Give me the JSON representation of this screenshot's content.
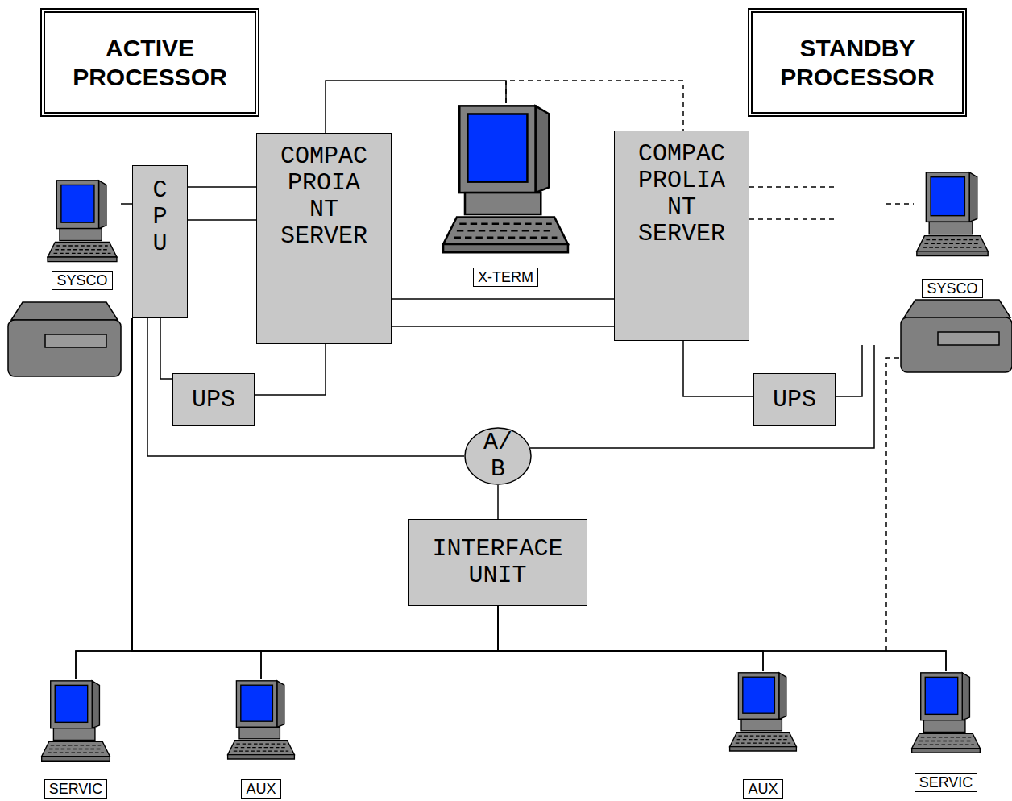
{
  "diagram": {
    "nodes": [
      {
        "text": [
          "ACTIVE PROCESSOR"
        ]
      },
      {
        "text": [
          "STANDBY PROCESSOR"
        ]
      },
      {
        "text": [
          "C P U"
        ]
      },
      {
        "text": [
          "COMPAC PROIA NT SERVER"
        ]
      },
      {
        "text": [
          "X-TERM"
        ]
      },
      {
        "text": [
          "COMPAC PROLIA NT SERVER"
        ]
      },
      {
        "text": [
          "SYSCO"
        ]
      },
      {
        "text": [
          "SYSCO"
        ]
      },
      {
        "text": [
          "UPS"
        ]
      },
      {
        "text": [
          "UPS"
        ]
      },
      {
        "text": [
          "A/ B"
        ]
      },
      {
        "text": [
          "INTERFACE UNIT"
        ]
      },
      {
        "text": [
          "SERVIC"
        ]
      },
      {
        "text": [
          "AUX"
        ]
      },
      {
        "text": [
          "AUX"
        ]
      },
      {
        "text": [
          "SERVIC"
        ]
      }
    ],
    "edges": [
      {
        "from": 6,
        "to": 2,
        "arrow": "none"
      },
      {
        "from": 2,
        "to": 3,
        "arrow": "none"
      },
      {
        "from": 2,
        "to": 3,
        "arrow": "none"
      },
      {
        "from": 3,
        "to": 4,
        "arrow": "none"
      },
      {
        "from": 4,
        "to": 5,
        "arrow": "none"
      },
      {
        "from": 3,
        "to": 5,
        "arrow": "none"
      },
      {
        "from": 3,
        "to": 5,
        "arrow": "none"
      },
      {
        "from": 2,
        "to": 8,
        "arrow": "none"
      },
      {
        "from": 3,
        "to": 8,
        "arrow": "none"
      },
      {
        "from": 5,
        "to": 9,
        "arrow": "none"
      },
      {
        "from": 2,
        "to": 10,
        "arrow": "none"
      },
      {
        "from": 10,
        "to": 11,
        "arrow": "none"
      },
      {
        "from": 11,
        "to": 12,
        "arrow": "none"
      },
      {
        "from": 11,
        "to": 13,
        "arrow": "none"
      },
      {
        "from": 11,
        "to": 14,
        "arrow": "none"
      },
      {
        "from": 11,
        "to": 15,
        "arrow": "none"
      },
      {
        "from": 2,
        "to": 12,
        "arrow": "none"
      },
      {
        "from": 2,
        "to": 13,
        "arrow": "none"
      },
      {
        "from": 2,
        "to": 14,
        "arrow": "none"
      },
      {
        "from": 2,
        "to": 15,
        "arrow": "none"
      }
    ]
  }
}
